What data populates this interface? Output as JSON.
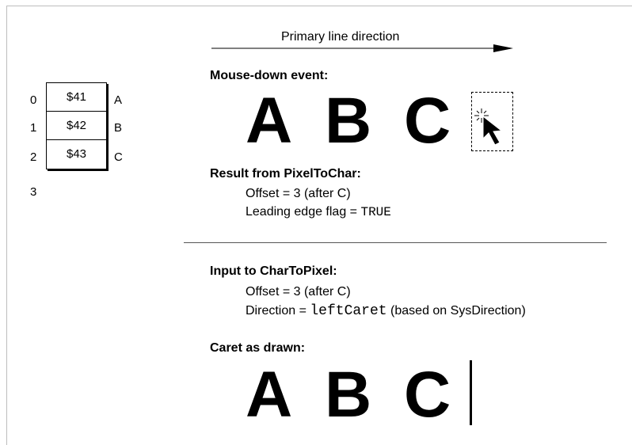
{
  "direction_label": "Primary line direction",
  "table": {
    "rows": [
      {
        "index": "0",
        "value": "$41",
        "char": "A"
      },
      {
        "index": "1",
        "value": "$42",
        "char": "B"
      },
      {
        "index": "2",
        "value": "$43",
        "char": "C"
      }
    ],
    "trailing_index": "3"
  },
  "mouse_down": {
    "heading": "Mouse-down event:",
    "letters": [
      "A",
      "B",
      "C"
    ]
  },
  "result": {
    "heading": "Result from PixelToChar:",
    "offset_line": "Offset = 3 (after C)",
    "leading_prefix": "Leading edge flag = ",
    "leading_value": "TRUE"
  },
  "input": {
    "heading": "Input to CharToPixel:",
    "offset_line": "Offset = 3 (after C)",
    "direction_prefix": "Direction = ",
    "direction_value": "leftCaret",
    "direction_suffix": " (based on SysDirection)"
  },
  "caret": {
    "heading": "Caret as drawn:",
    "letters": [
      "A",
      "B",
      "C"
    ]
  }
}
